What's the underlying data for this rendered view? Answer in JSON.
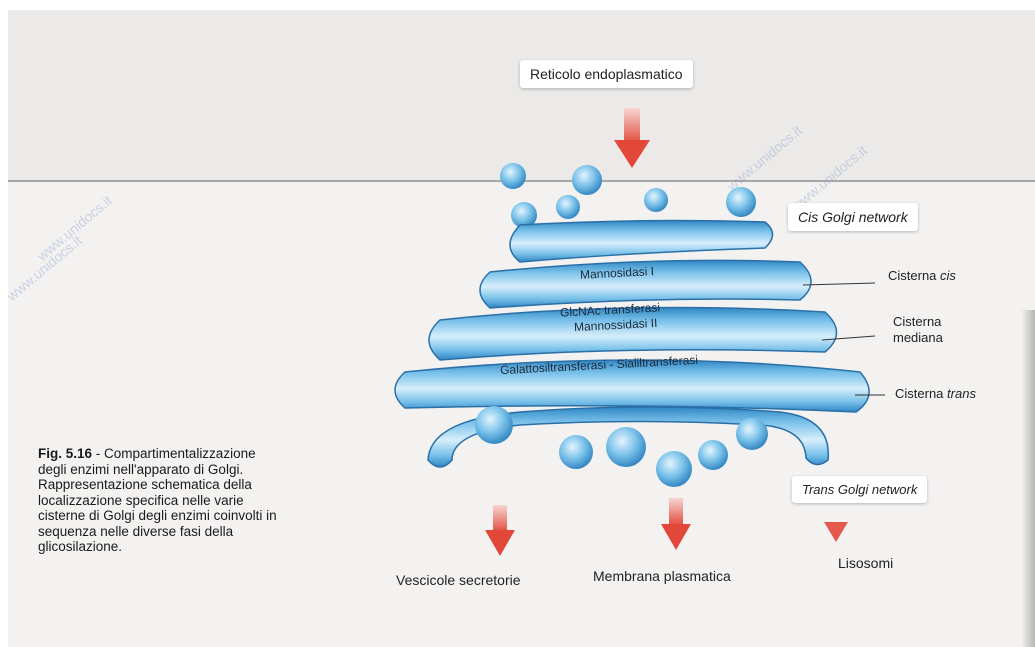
{
  "labels": {
    "er": "Reticolo endoplasmatico",
    "cis_network_italic": "Cis",
    "cis_network_rest": "Golgi network",
    "trans_network_italic": "Trans",
    "trans_network_rest": "Golgi network",
    "cisterna_cis_prefix": "Cisterna",
    "cisterna_cis_suffix": "cis",
    "cisterna_mediana_line1": "Cisterna",
    "cisterna_mediana_line2": "mediana",
    "cisterna_trans_prefix": "Cisterna",
    "cisterna_trans_suffix": "trans"
  },
  "enzymes": {
    "cis": "Mannosidasi I",
    "medial_1": "GlcNAc transferasi",
    "medial_2": "Mannossidasi II",
    "trans": "Galattosiltransferasi - Sialiltransferasi"
  },
  "destinations": {
    "secretory": "Vescicole secretorie",
    "membrane": "Membrana plasmatica",
    "lysosomes": "Lisosomi"
  },
  "caption": {
    "figure": "Fig. 5.16",
    "text": " - Compartimentalizzazione degli enzimi nell'apparato di Golgi. Rappresentazione schematica della localizzazione specifica nelle varie cisterne di Golgi degli enzimi coinvolti in sequenza nelle diverse fasi della glicosilazione."
  },
  "watermark": "www.unidocs.it",
  "colors": {
    "golgi_fill": "#7cc3ea",
    "golgi_dark": "#2f86c4",
    "golgi_light": "#d7eefb",
    "arrow_red": "#e2483a"
  }
}
